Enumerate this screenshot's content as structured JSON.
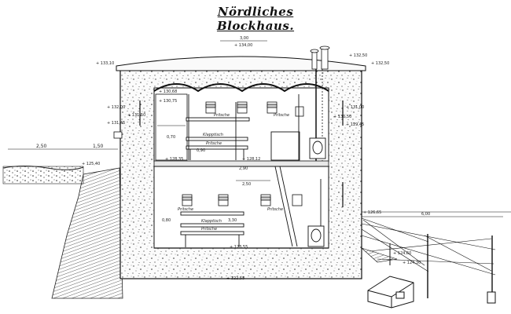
{
  "title": "Nördliches Blockhaus.",
  "labels": {
    "pritsche_upper_left": "Pritsche",
    "pritsche_upper_right": "Pritsche",
    "klapptisch_upper": "Klapptisch",
    "pritsche_upper_mid": "Pritsche",
    "pritsche_lower_left": "Pritsche",
    "pritsche_lower_right": "Pritsche",
    "klapptisch_lower": "Klapptisch",
    "pritsche_lower_mid": "Pritsche"
  },
  "dimensions": {
    "roof_width": "3,00",
    "roof_peak": "+ 134,00",
    "roof_left": "+ 133,10",
    "roof_right_a": "+ 132,50",
    "roof_right_b": "+ 132,50",
    "left_upper": "+ 132,00",
    "left_mid": "+ 131,50",
    "left_low": "+ 131,45",
    "inner_top": "+ 130,68",
    "inner_top2": "+ 130,75",
    "floor_upper": "+ 128,35",
    "floor_upper_r": "+ 128,12",
    "height_upper": "2,90",
    "width_a": "0,70",
    "width_b": "0,90",
    "height_lower": "2,50",
    "width_lower": "3,30",
    "lower_left": "0,80",
    "lower_floor": "+ 123,55",
    "base": "+ 122,55",
    "ground_left": "+ 125,40",
    "ext_dist_a": "2,50",
    "ext_dist_b": "1,50",
    "right_upper": "+ 131,00",
    "right_mid": "+ 130,50",
    "right_low": "+ 129,45",
    "right_ground": "+ 126,65",
    "wire_dist": "6,00",
    "wire_a": "+ 124,60",
    "wire_b": "+ 124,30"
  }
}
